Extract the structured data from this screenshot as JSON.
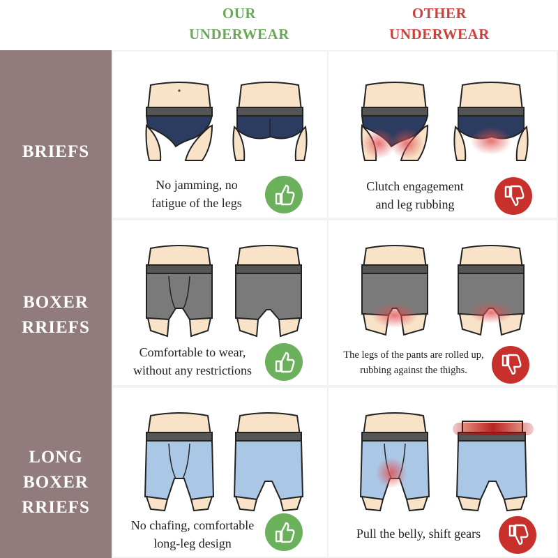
{
  "header": {
    "our": [
      "OUR",
      "UNDERWEAR"
    ],
    "other": [
      "OTHER",
      "UNDERWEAR"
    ]
  },
  "rows": [
    {
      "label": [
        "BRIEFS"
      ],
      "our_caption": [
        "No jamming, no",
        "fatigue of the legs"
      ],
      "other_caption": [
        "Clutch engagement",
        "and leg rubbing"
      ]
    },
    {
      "label": [
        "BOXER",
        "RRIEFS"
      ],
      "our_caption": [
        "Comfortable to wear,",
        "without any restrictions"
      ],
      "other_caption": [
        "The legs of the pants are rolled up,",
        "rubbing against the thighs."
      ]
    },
    {
      "label": [
        "LONG",
        "BOXER",
        "RRIEFS"
      ],
      "our_caption": [
        "No chafing, comfortable",
        "long-leg design"
      ],
      "other_caption": [
        "Pull the belly, shift gears"
      ]
    }
  ],
  "colors": {
    "sidebar": "#927b7c",
    "our_accent": "#6aa95a",
    "other_accent": "#c9423e",
    "briefs_fabric": "#2c3c60",
    "boxer_fabric": "#7a7a7a",
    "long_fabric": "#aac7e6",
    "waistband": "#555555",
    "skin": "#f8e2c8"
  },
  "icons": {
    "positive": "thumbs-up-icon",
    "negative": "thumbs-down-icon"
  }
}
